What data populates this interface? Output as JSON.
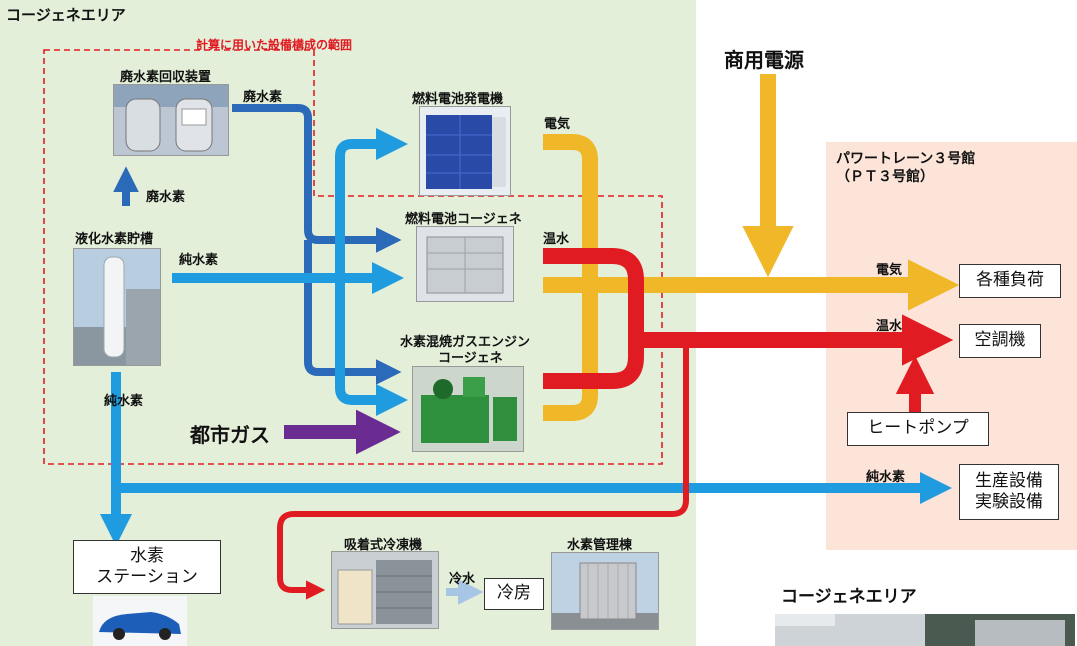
{
  "areas": {
    "cogen_title": "コージェネエリア",
    "calc_scope": "計算に用いた設備構成の範囲",
    "pt3_title_1": "パワートレーン３号館",
    "pt3_title_2": "（ＰＴ３号館）",
    "photo_caption": "コージェネエリア"
  },
  "equipment": {
    "waste_recovery": "廃水素回収装置",
    "lh2_tank": "液化水素貯槽",
    "fc_generator": "燃料電池発電機",
    "fc_cogen": "燃料電池コージェネ",
    "h2_engine_1": "水素混焼ガスエンジン",
    "h2_engine_2": "コージェネ",
    "absorption_chiller": "吸着式冷凍機",
    "h2_building": "水素管理棟"
  },
  "flow_labels": {
    "waste_h2_1": "廃水素",
    "waste_h2_2": "廃水素",
    "pure_h2_1": "純水素",
    "pure_h2_2": "純水素",
    "pure_h2_3": "純水素",
    "electricity_1": "電気",
    "electricity_2": "電気",
    "hot_water_1": "温水",
    "hot_water_2": "温水",
    "cold_water": "冷水",
    "commercial_power": "商用電源",
    "city_gas": "都市ガス"
  },
  "boxes": {
    "loads": "各種負荷",
    "ac": "空調機",
    "heat_pump": "ヒートポンプ",
    "production": "生産設備\n実験設備",
    "h2_station": "水素\nステーション",
    "cooling": "冷房"
  },
  "colors": {
    "cogen_area": "#e3efd9",
    "pt3_area": "#fce5d8",
    "dark_blue": "#2a6ab8",
    "light_blue": "#1f9be0",
    "yellow": "#f0b828",
    "red": "#e11b22",
    "purple": "#6a2c91",
    "scope_border": "#e11b22"
  }
}
